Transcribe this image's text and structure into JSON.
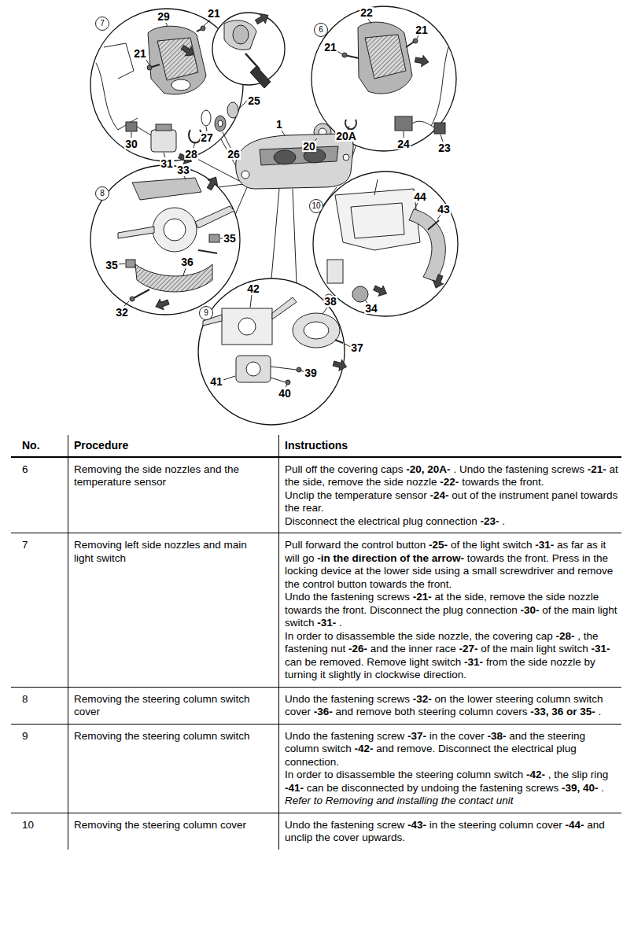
{
  "diagram": {
    "nodes": [
      {
        "text": [
          "7"
        ]
      },
      {
        "text": [
          "6"
        ]
      },
      {
        "text": [
          "8"
        ]
      },
      {
        "text": [
          "10"
        ]
      },
      {
        "text": [
          "9"
        ]
      }
    ],
    "labels": [
      "21",
      "29",
      "21",
      "22",
      "21",
      "21",
      "25",
      "1",
      "27",
      "28",
      "26",
      "30",
      "31",
      "20",
      "20A",
      "24",
      "23",
      "33",
      "44",
      "43",
      "35",
      "35",
      "36",
      "42",
      "34",
      "38",
      "32",
      "37",
      "39",
      "41",
      "40",
      "No.",
      "Procedure",
      "Instructions",
      "6",
      "Removing the side nozzles and the temperature sensor",
      "Pull off the covering caps -20, 20A- . Undo the fastening screws -21- at the side, remove the side nozzle -22- towards the front.",
      "Unclip the temperature sensor -24- out of the instrument panel towards the rear.",
      "Disconnect the electrical plug connection -23- .",
      "7",
      "Removing left side nozzles and main light switch",
      "Pull forward the control button -25- of the light switch -31- as far as it will go -in the direction of the arrow- towards the front. Press in the locking device at the lower side using a small screwdriver and remove the control button towards the front.",
      "Undo the fastening screws -21- at the side, remove the side nozzle towards the front. Disconnect the plug connection -30- of the main light switch -31- .",
      "In order to disassemble the side nozzle, the covering cap -28- , the fastening nut -26- and the inner race -27- of the main light switch -31- can be removed. Remove light switch -31- from the side nozzle by turning it slightly in clockwise direction.",
      "8",
      "Removing the steering column switch cover",
      "Undo the fastening screws -32- on the lower steering column switch cover -36- and remove both steering column covers -33, 36 or 35- .",
      "9",
      "Removing the steering column switch",
      "Undo the fastening screw -37- in the cover -38- and the steering column switch -42- and remove. Disconnect the electrical plug connection.",
      "In order to disassemble the steering column switch -42- , the slip ring -41- can be disconnected by undoing the fastening screws -39, 40- .",
      "Refer to  Removing and installing the contact unit",
      "10",
      "Removing the steering column cover",
      "Undo the fastening screw -43- in the steering column cover -44- and unclip the cover upwards."
    ]
  }
}
